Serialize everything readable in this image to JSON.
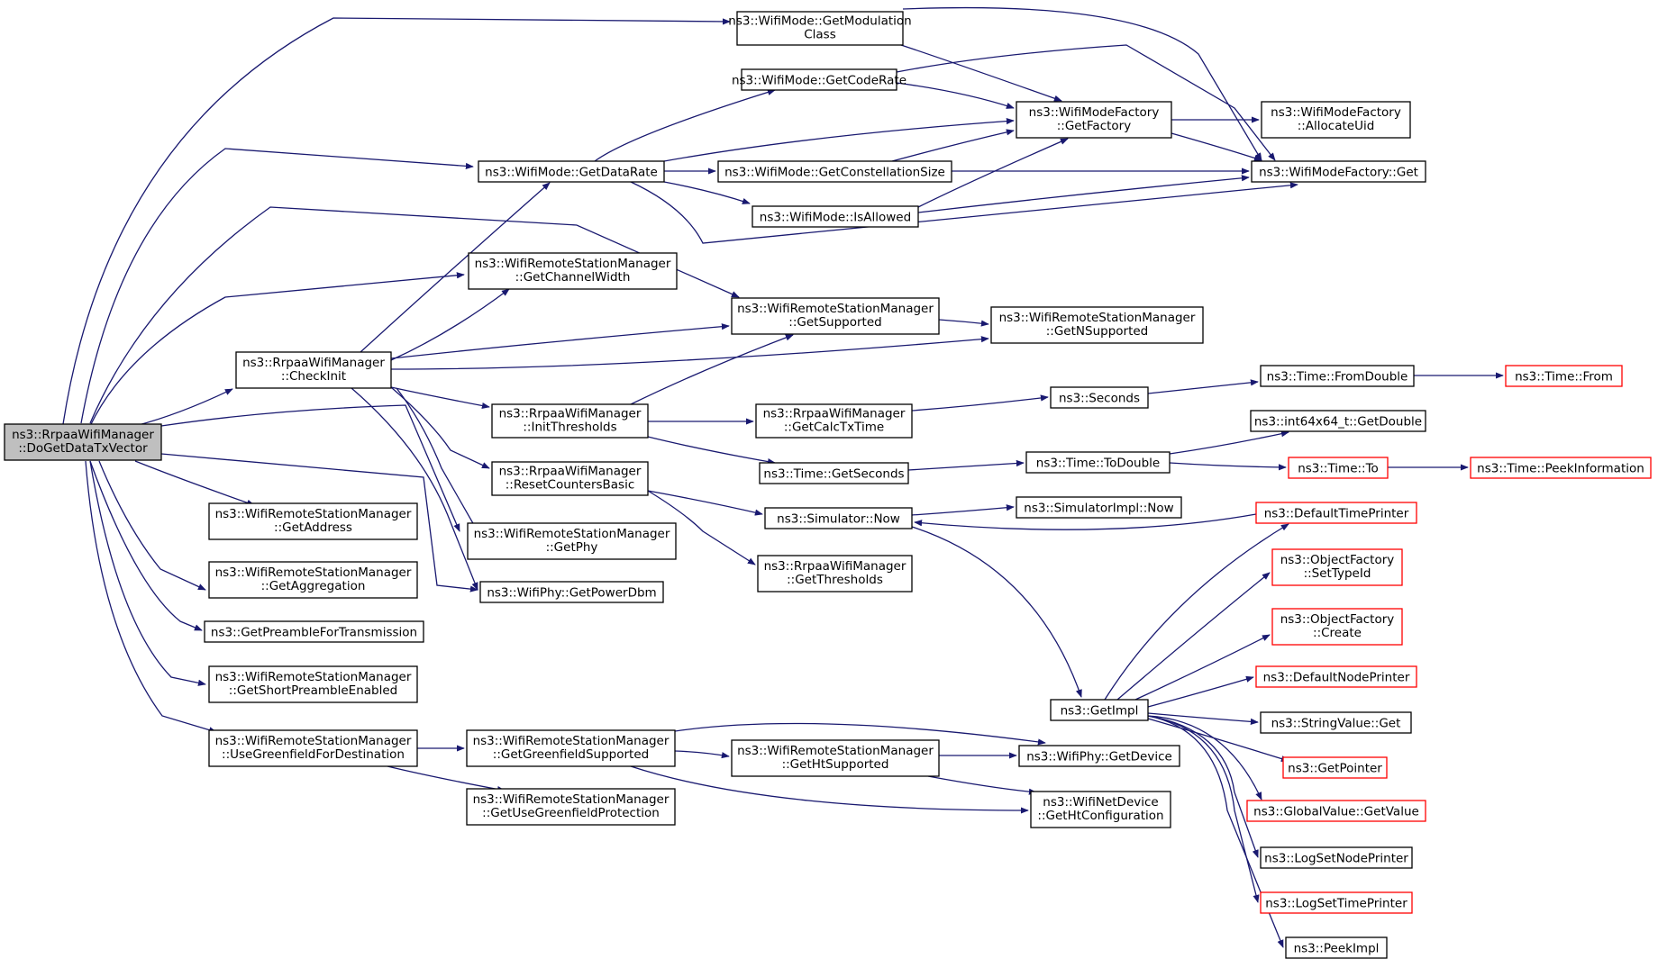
{
  "graph": {
    "edge_color": "#191970",
    "root_fill": "#bfbfbf",
    "default_border": "#000000",
    "truncated_border": "#ff0000",
    "nodes": [
      {
        "id": "root",
        "lines": [
          "ns3::RrpaaWifiManager",
          "::DoGetDataTxVector"
        ],
        "style": "root"
      },
      {
        "id": "getModClass",
        "lines": [
          "ns3::WifiMode::GetModulation",
          "Class"
        ]
      },
      {
        "id": "getCodeRate",
        "lines": [
          "ns3::WifiMode::GetCodeRate"
        ]
      },
      {
        "id": "getDataRate",
        "lines": [
          "ns3::WifiMode::GetDataRate"
        ]
      },
      {
        "id": "getConstSize",
        "lines": [
          "ns3::WifiMode::GetConstellationSize"
        ]
      },
      {
        "id": "isAllowed",
        "lines": [
          "ns3::WifiMode::IsAllowed"
        ]
      },
      {
        "id": "getFactory",
        "lines": [
          "ns3::WifiModeFactory",
          "::GetFactory"
        ]
      },
      {
        "id": "allocUid",
        "lines": [
          "ns3::WifiModeFactory",
          "::AllocateUid"
        ]
      },
      {
        "id": "wmfGet",
        "lines": [
          "ns3::WifiModeFactory::Get"
        ]
      },
      {
        "id": "getChanWidth",
        "lines": [
          "ns3::WifiRemoteStationManager",
          "::GetChannelWidth"
        ]
      },
      {
        "id": "getSupported",
        "lines": [
          "ns3::WifiRemoteStationManager",
          "::GetSupported"
        ]
      },
      {
        "id": "getNSupported",
        "lines": [
          "ns3::WifiRemoteStationManager",
          "::GetNSupported"
        ]
      },
      {
        "id": "checkInit",
        "lines": [
          "ns3::RrpaaWifiManager",
          "::CheckInit"
        ]
      },
      {
        "id": "initThresh",
        "lines": [
          "ns3::RrpaaWifiManager",
          "::InitThresholds"
        ]
      },
      {
        "id": "calcTx",
        "lines": [
          "ns3::RrpaaWifiManager",
          "::GetCalcTxTime"
        ]
      },
      {
        "id": "seconds",
        "lines": [
          "ns3::Seconds"
        ]
      },
      {
        "id": "fromDouble",
        "lines": [
          "ns3::Time::FromDouble"
        ]
      },
      {
        "id": "timeFrom",
        "lines": [
          "ns3::Time::From"
        ],
        "style": "truncated"
      },
      {
        "id": "int64GetDouble",
        "lines": [
          "ns3::int64x64_t::GetDouble"
        ]
      },
      {
        "id": "timeGetSeconds",
        "lines": [
          "ns3::Time::GetSeconds"
        ]
      },
      {
        "id": "toDouble",
        "lines": [
          "ns3::Time::ToDouble"
        ]
      },
      {
        "id": "timeTo",
        "lines": [
          "ns3::Time::To"
        ],
        "style": "truncated"
      },
      {
        "id": "peekInfo",
        "lines": [
          "ns3::Time::PeekInformation"
        ],
        "style": "truncated"
      },
      {
        "id": "resetCounters",
        "lines": [
          "ns3::RrpaaWifiManager",
          "::ResetCountersBasic"
        ]
      },
      {
        "id": "simNow",
        "lines": [
          "ns3::Simulator::Now"
        ]
      },
      {
        "id": "simImplNow",
        "lines": [
          "ns3::SimulatorImpl::Now"
        ]
      },
      {
        "id": "defTimePrinter",
        "lines": [
          "ns3::DefaultTimePrinter"
        ],
        "style": "truncated"
      },
      {
        "id": "getThresholds",
        "lines": [
          "ns3::RrpaaWifiManager",
          "::GetThresholds"
        ]
      },
      {
        "id": "getAddress",
        "lines": [
          "ns3::WifiRemoteStationManager",
          "::GetAddress"
        ]
      },
      {
        "id": "getPhy",
        "lines": [
          "ns3::WifiRemoteStationManager",
          "::GetPhy"
        ]
      },
      {
        "id": "getAggregation",
        "lines": [
          "ns3::WifiRemoteStationManager",
          "::GetAggregation"
        ]
      },
      {
        "id": "getPowerDbm",
        "lines": [
          "ns3::WifiPhy::GetPowerDbm"
        ]
      },
      {
        "id": "getPreamble",
        "lines": [
          "ns3::GetPreambleForTransmission"
        ]
      },
      {
        "id": "getShortPre",
        "lines": [
          "ns3::WifiRemoteStationManager",
          "::GetShortPreambleEnabled"
        ]
      },
      {
        "id": "useGreenfield",
        "lines": [
          "ns3::WifiRemoteStationManager",
          "::UseGreenfieldForDestination"
        ]
      },
      {
        "id": "getGreenSupp",
        "lines": [
          "ns3::WifiRemoteStationManager",
          "::GetGreenfieldSupported"
        ]
      },
      {
        "id": "getUseGreenProt",
        "lines": [
          "ns3::WifiRemoteStationManager",
          "::GetUseGreenfieldProtection"
        ]
      },
      {
        "id": "getHtSupp",
        "lines": [
          "ns3::WifiRemoteStationManager",
          "::GetHtSupported"
        ]
      },
      {
        "id": "phyGetDevice",
        "lines": [
          "ns3::WifiPhy::GetDevice"
        ]
      },
      {
        "id": "getHtConfig",
        "lines": [
          "ns3::WifiNetDevice",
          "::GetHtConfiguration"
        ]
      },
      {
        "id": "objSetTypeId",
        "lines": [
          "ns3::ObjectFactory",
          "::SetTypeId"
        ],
        "style": "truncated"
      },
      {
        "id": "objCreate",
        "lines": [
          "ns3::ObjectFactory",
          "::Create"
        ],
        "style": "truncated"
      },
      {
        "id": "defNodePrinter",
        "lines": [
          "ns3::DefaultNodePrinter"
        ],
        "style": "truncated"
      },
      {
        "id": "getImpl",
        "lines": [
          "ns3::GetImpl"
        ]
      },
      {
        "id": "strValGet",
        "lines": [
          "ns3::StringValue::Get"
        ]
      },
      {
        "id": "getPointer",
        "lines": [
          "ns3::GetPointer"
        ],
        "style": "truncated"
      },
      {
        "id": "globalGetValue",
        "lines": [
          "ns3::GlobalValue::GetValue"
        ],
        "style": "truncated"
      },
      {
        "id": "logSetNode",
        "lines": [
          "ns3::LogSetNodePrinter"
        ]
      },
      {
        "id": "logSetTime",
        "lines": [
          "ns3::LogSetTimePrinter"
        ],
        "style": "truncated"
      },
      {
        "id": "peekImpl",
        "lines": [
          "ns3::PeekImpl"
        ]
      }
    ]
  }
}
